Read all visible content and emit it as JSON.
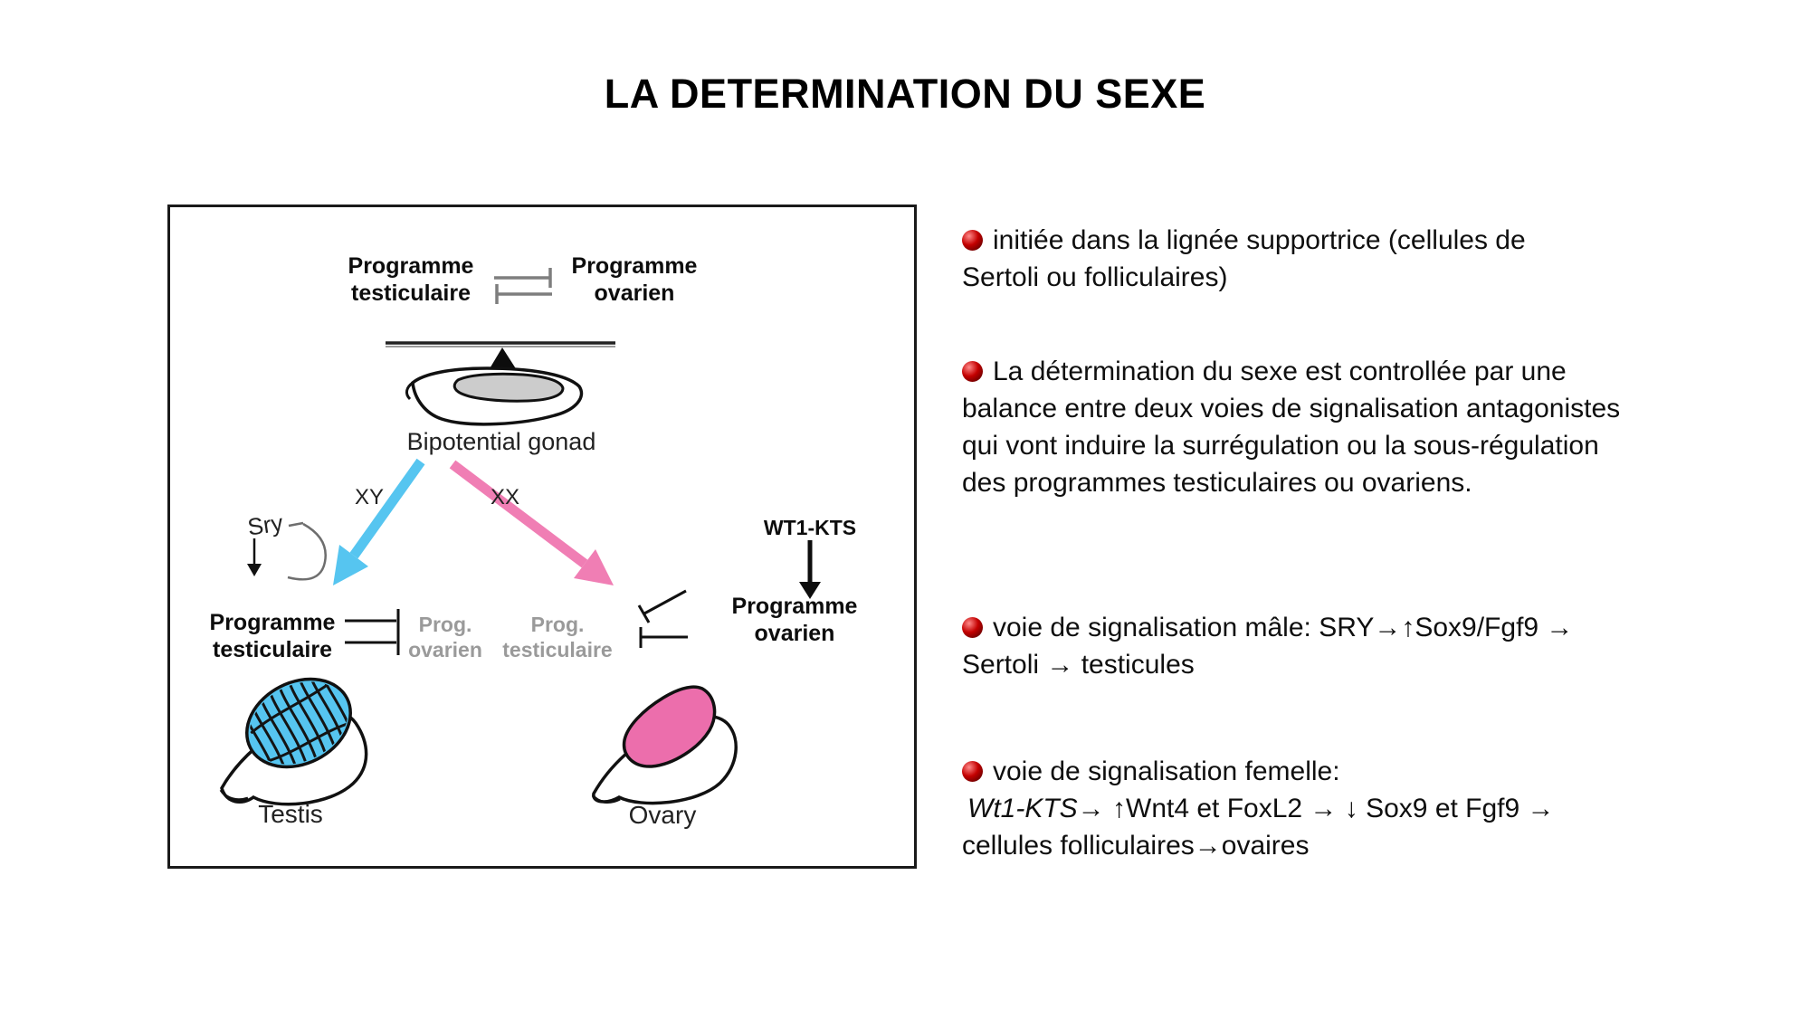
{
  "title": "LA DETERMINATION DU SEXE",
  "diagram": {
    "top": {
      "left_program": "Programme\ntesticulaire",
      "right_program": "Programme\novarien"
    },
    "gonad": {
      "label": "Bipotential gonad"
    },
    "branches": {
      "xy": "XY",
      "xx": "XX"
    },
    "sry": "Sry",
    "male_side": {
      "program": "Programme\ntesticulaire",
      "inhibited": "Prog.\novarien"
    },
    "female_side": {
      "inhibited": "Prog.\ntesticulaire",
      "wt1": "WT1-KTS",
      "program": "Programme\novarien"
    },
    "outcomes": {
      "testis": "Testis",
      "ovary": "Ovary"
    }
  },
  "bullets": [
    {
      "lines": [
        "initiée dans la lignée supportrice (cellules de",
        "Sertoli ou folliculaires)"
      ]
    },
    {
      "lines": [
        "La détermination du sexe est controllée par une",
        "balance entre deux voies de signalisation antagonistes",
        "qui vont induire la surrégulation ou la sous-régulation",
        "des programmes testiculaires ou ovariens."
      ]
    },
    {
      "lines": [
        "voie de signalisation mâle: SRY→↑Sox9/Fgf9 →",
        "Sertoli → testicules"
      ]
    },
    {
      "line1": "voie de signalisation femelle:",
      "line2_italic": "Wt1-KTS",
      "line2_rest": "→ ↑Wnt4 et FoxL2 → ↓ Sox9 et Fgf9 →",
      "line3": "cellules folliculaires→ovaires"
    }
  ],
  "colors": {
    "male_blue": "#56c5f0",
    "female_pink": "#f07eb4",
    "ovary_fill": "#ec6eac",
    "testis_fill": "#56c5f0",
    "gonad_gray": "#cccccc",
    "gray_text": "#9a9a9a",
    "inhibit_gray": "#7e7e7e",
    "bullet_red": "#c40000"
  }
}
